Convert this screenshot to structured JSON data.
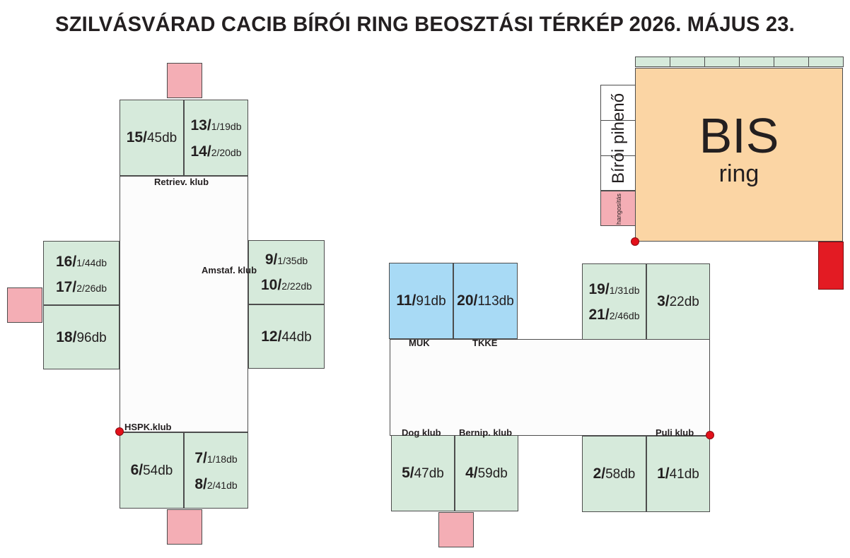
{
  "title": "SZILVÁSVÁRAD CACIB BÍRÓI RING BEOSZTÁSI TÉRKÉP 2026. MÁJUS 23.",
  "colors": {
    "ring": "#d6eadb",
    "ring_blue": "#a8daf5",
    "entrance": "#f4aeb5",
    "bis": "#fbd5a4",
    "marker": "#e3101a"
  },
  "rings": {
    "r15": {
      "num": "15/",
      "count": "45db"
    },
    "r13": {
      "num": "13/",
      "sub": "1/19db"
    },
    "r14": {
      "num": "14/",
      "sub": "2/20db"
    },
    "r16": {
      "num": "16/",
      "sub": "1/44db"
    },
    "r17": {
      "num": "17/",
      "sub": "2/26db"
    },
    "r18": {
      "num": "18/",
      "count": "96db"
    },
    "r9": {
      "num": "9/",
      "sub": "1/35db"
    },
    "r10": {
      "num": "10/",
      "sub": "2/22db"
    },
    "r12": {
      "num": "12/",
      "count": "44db"
    },
    "r6": {
      "num": "6/",
      "count": "54db"
    },
    "r7": {
      "num": "7/",
      "sub": "1/18db"
    },
    "r8": {
      "num": "8/",
      "sub": "2/41db"
    },
    "r11": {
      "num": "11/",
      "count": "91db"
    },
    "r20": {
      "num": "20/",
      "count": "113db"
    },
    "r19": {
      "num": "19/",
      "sub": "1/31db"
    },
    "r21": {
      "num": "21/",
      "sub": "2/46db"
    },
    "r3": {
      "num": "3/",
      "count": "22db"
    },
    "r5": {
      "num": "5/",
      "count": "47db"
    },
    "r4": {
      "num": "4/",
      "count": "59db"
    },
    "r2": {
      "num": "2/",
      "count": "58db"
    },
    "r1": {
      "num": "1/",
      "count": "41db"
    }
  },
  "clubs": {
    "retriev": "Retriev. klub",
    "amstaf": "Amstaf. klub",
    "hspk": "HSPK.klub",
    "muk": "MUK",
    "tkke": "TKKE",
    "dog": "Dog klub",
    "bernip": "Bernip. klub",
    "puli": "Puli klub"
  },
  "bis": {
    "title": "BIS",
    "subtitle": "ring"
  },
  "judges_rest": "Bírói pihenő",
  "sound": "hangosítás"
}
